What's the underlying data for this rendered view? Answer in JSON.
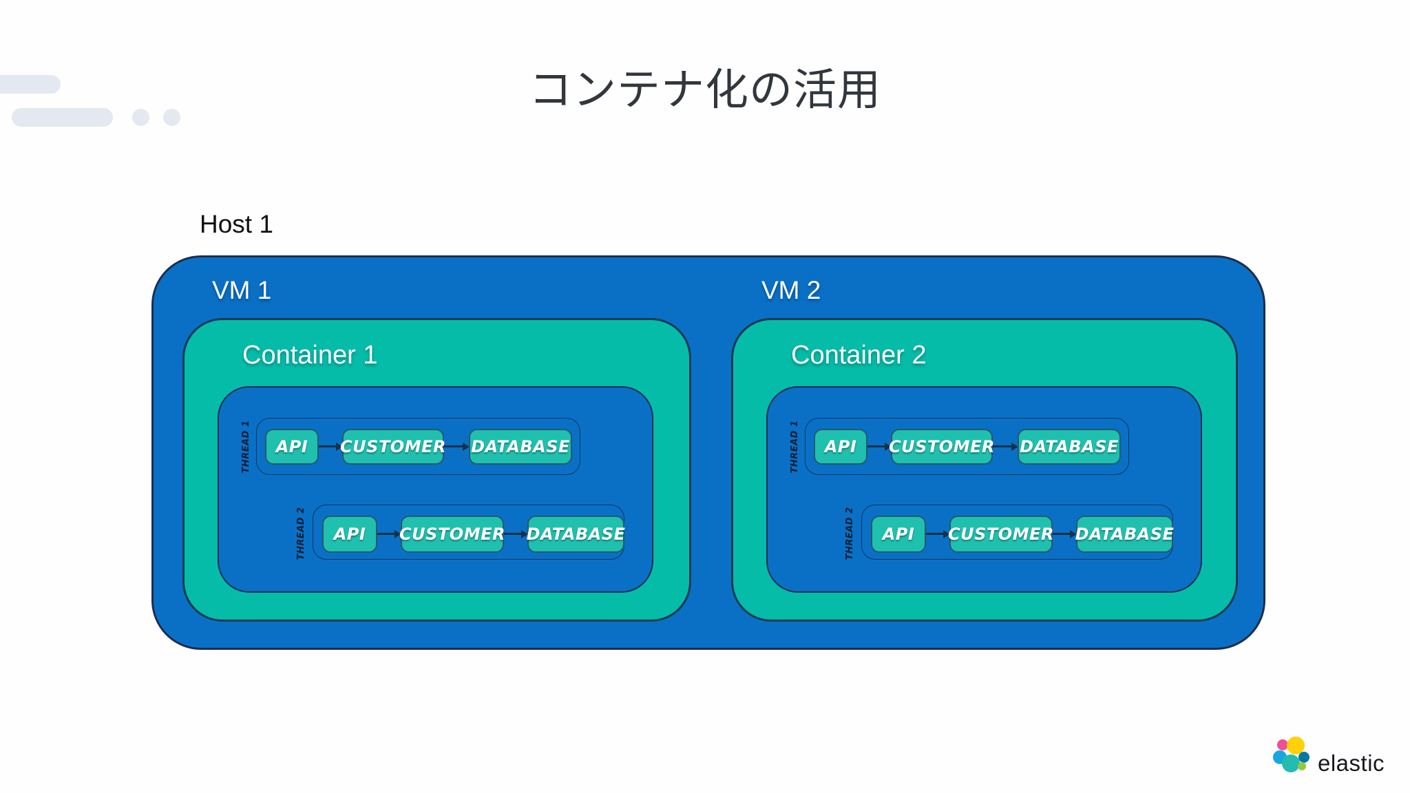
{
  "title": "コンテナ化の活用",
  "host": {
    "label": "Host 1"
  },
  "vms": [
    {
      "label": "VM 1"
    },
    {
      "label": "VM 2"
    }
  ],
  "containers": [
    {
      "label": "Container 1",
      "threads": [
        {
          "label": "THREAD 1",
          "nodes": [
            "API",
            "CUSTOMER",
            "DATABASE"
          ]
        },
        {
          "label": "THREAD 2",
          "nodes": [
            "API",
            "CUSTOMER",
            "DATABASE"
          ]
        }
      ]
    },
    {
      "label": "Container 2",
      "threads": [
        {
          "label": "THREAD 1",
          "nodes": [
            "API",
            "CUSTOMER",
            "DATABASE"
          ]
        },
        {
          "label": "THREAD 2",
          "nodes": [
            "API",
            "CUSTOMER",
            "DATABASE"
          ]
        }
      ]
    }
  ],
  "brand": {
    "name": "elastic"
  },
  "colors": {
    "host_blue": "#0a70c6",
    "container_teal": "#05bca9",
    "node_teal": "#20c0ae",
    "border_navy": "#1c2e50",
    "arrow": "#16324a",
    "title_text": "#32363d",
    "deco_gray": "#e4e8f0",
    "logo_yellow": "#fed10a",
    "logo_pink": "#f04e98",
    "logo_blue": "#17a8e0",
    "logo_teal": "#24bbb1",
    "logo_green": "#93c83e",
    "logo_dark_blue": "#0779a1"
  }
}
